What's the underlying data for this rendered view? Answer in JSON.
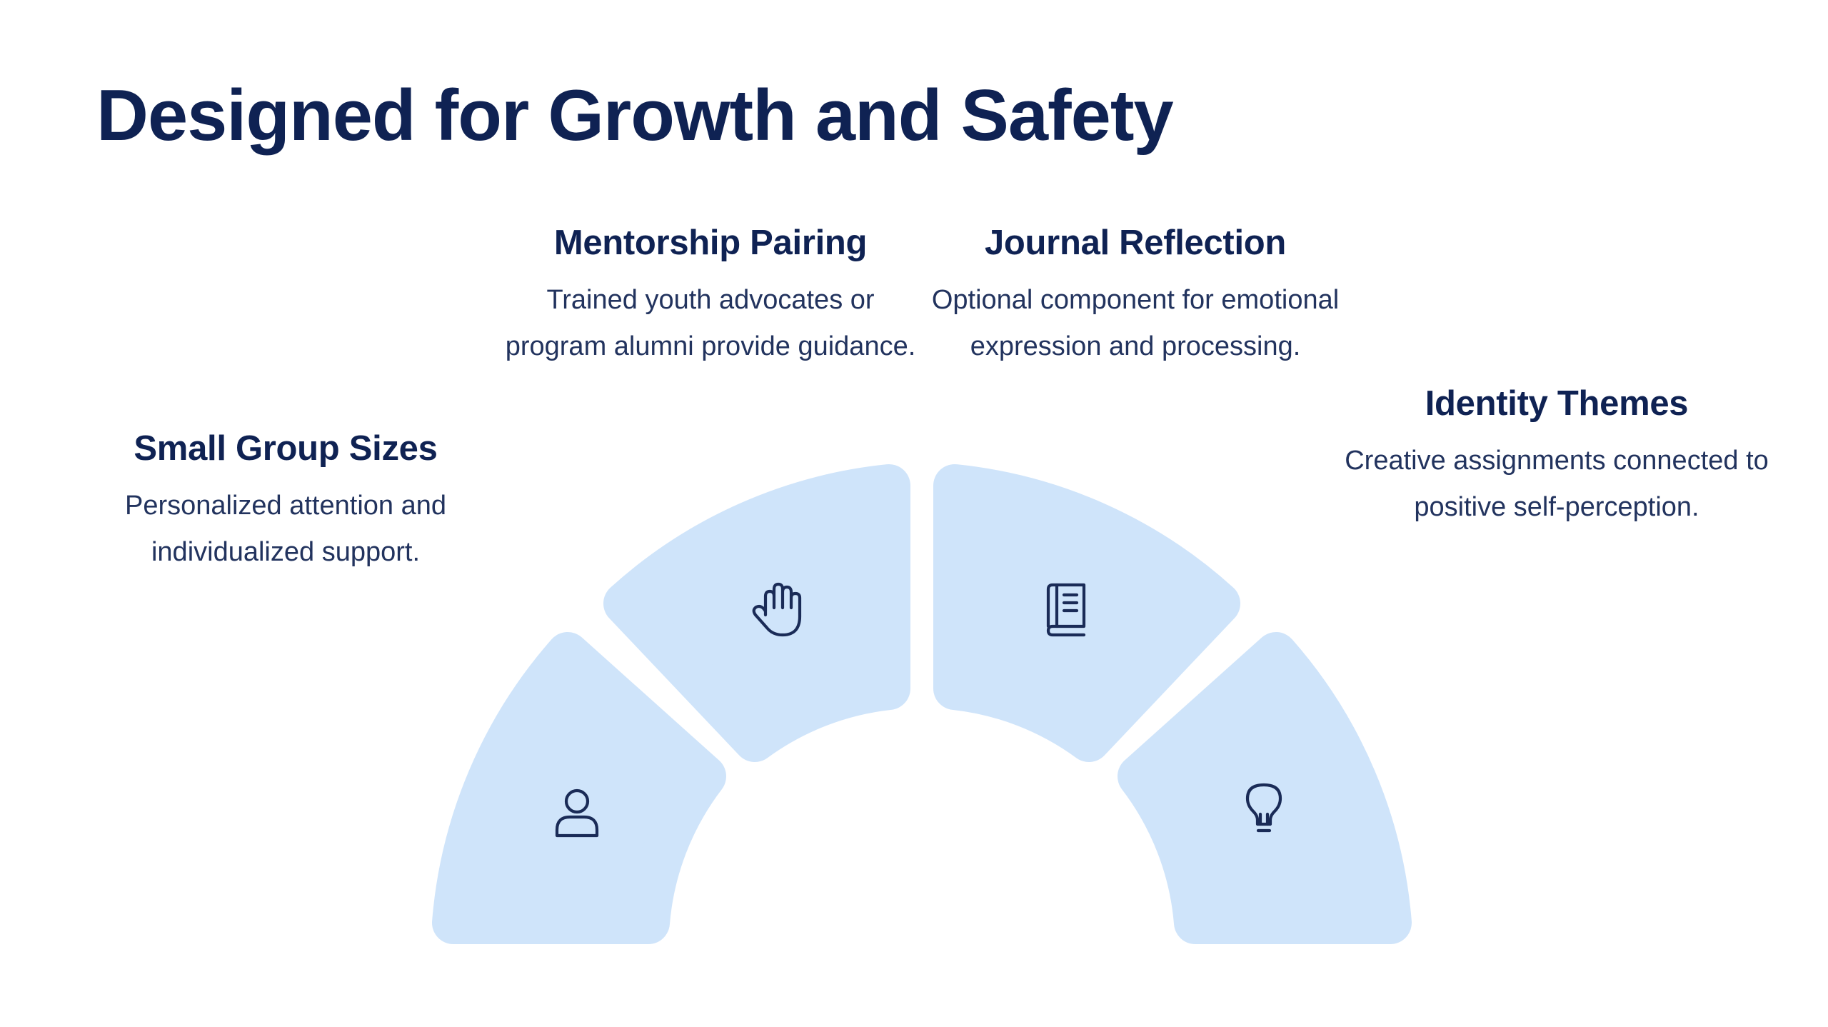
{
  "title": "Designed for Growth and Safety",
  "features": [
    {
      "heading": "Small Group Sizes",
      "description": "Personalized attention and individualized support.",
      "icon": "person-icon"
    },
    {
      "heading": "Mentorship Pairing",
      "description": "Trained youth advocates or program alumni provide guidance.",
      "icon": "hand-icon"
    },
    {
      "heading": "Journal Reflection",
      "description": "Optional component for emotional expression and processing.",
      "icon": "book-icon"
    },
    {
      "heading": "Identity Themes",
      "description": "Creative assignments connected to positive self-perception.",
      "icon": "lightbulb-icon"
    }
  ],
  "colors": {
    "title": "#0f2253",
    "text": "#22335e",
    "segment_fill": "#cfe4fa",
    "icon_stroke": "#1a2b57",
    "background": "#ffffff"
  }
}
